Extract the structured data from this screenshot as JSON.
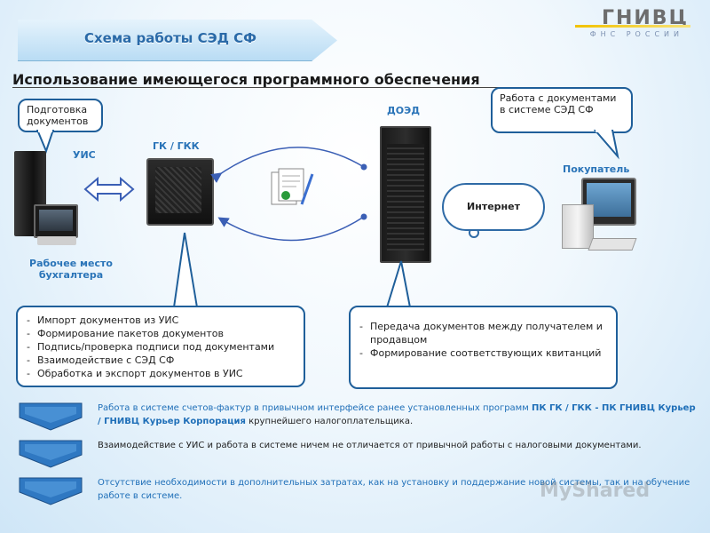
{
  "header": {
    "slide_title": "Схема работы СЭД СФ",
    "logo_text": "ГНИВЦ",
    "logo_subtitle": "ФНС РОССИИ"
  },
  "main_title": "Использование имеющегося программного обеспечения",
  "callouts": {
    "prep": "Подготовка документов",
    "work": "Работа с документами в системе СЭД СФ"
  },
  "nodes": {
    "uis": "УИС",
    "gk": "ГК / ГКК",
    "doed": "ДОЭД",
    "buyer": "Покупатель",
    "workstation_line1": "Рабочее место",
    "workstation_line2": "бухгалтера",
    "internet": "Интернет"
  },
  "bullets_left": [
    "Импорт документов из УИС",
    "Формирование пакетов документов",
    "Подпись/проверка подписи под документами",
    "Взаимодействие с СЭД СФ",
    "Обработка и экспорт документов в УИС"
  ],
  "bullets_right": [
    "Передача документов между получателем и продавцом",
    "Формирование соответствующих квитанций"
  ],
  "notes": {
    "n1_part1": "Работа в системе счетов-фактур в привычном интерфейсе ранее установленных программ ",
    "n1_bold": "ПК ГК / ГКК - ПК ГНИВЦ Курьер / ГНИВЦ Курьер Корпорация",
    "n1_part2": " крупнейшего налогоплательщика.",
    "n2": "Взаимодействие с УИС и работа в системе ничем не отличается от привычной работы с налоговыми документами.",
    "n3": "Отсутствие необходимости в дополнительных затратах, как на установку и поддержание новой системы, так и на обучение работе в системе."
  },
  "watermark": "MyShared",
  "colors": {
    "accent_blue": "#2a74b8",
    "border_blue": "#1f5f9a",
    "arrow_blue": "#3b5fb5",
    "text_blue": "#1f6fb8"
  }
}
